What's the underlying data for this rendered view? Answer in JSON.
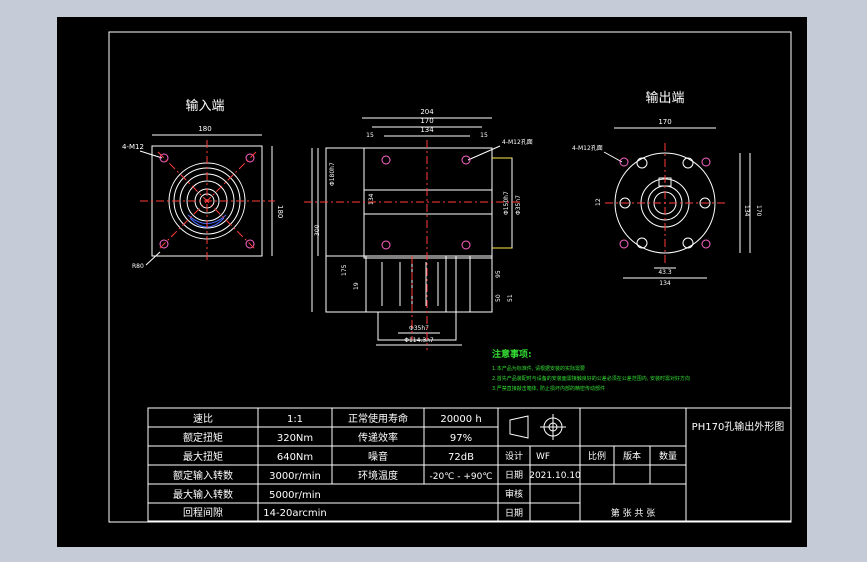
{
  "colors": {
    "canvas": "#c6ccd7",
    "paper": "#000000",
    "line": "#ffffff",
    "center": "#ff3d3d",
    "hole": "#ff66cc",
    "inner": "#4b6cff",
    "note": "#33dd33",
    "yellow": "#ffe84a"
  },
  "views": {
    "input_title": "输入端",
    "output_title": "输出端",
    "input_dims": {
      "top": "180",
      "right": "180",
      "holes": "4-M12",
      "bottom_left": "R80"
    },
    "side_dims": {
      "d204": "204",
      "d170": "170",
      "d134": "134",
      "d15a": "15",
      "d15b": "15",
      "holes": "4-M12孔面",
      "left_vert": "Φ180h7",
      "left_vert2": "300",
      "center_vert": "134",
      "right_vert1": "Φ150h7",
      "right_vert2": "Φ35h7",
      "d175": "175",
      "d19": "19",
      "d95": "95",
      "d50": "50",
      "d51": "51",
      "bore": "Φ35h7",
      "shaft": "Φ114.3h7"
    },
    "output_dims": {
      "top": "170",
      "holes": "4-M12孔面",
      "side": "12",
      "r134": "134",
      "r170": "170",
      "b43": "43.3",
      "b134": "134"
    }
  },
  "notes": {
    "title": "注意事项:",
    "items": [
      "1.本产品为标准件, 请根据安装的实际需要",
      "2.首先产品装配时与设备的安装面需接触良好的公差必须在公差范围内, 安装时需对好方向",
      "3.严禁直接敲击箱体, 防止损坏内部的精密传动部件"
    ]
  },
  "specs": [
    {
      "k1": "速比",
      "v1": "1:1",
      "k2": "正常使用寿命",
      "v2": "20000 h"
    },
    {
      "k1": "额定扭矩",
      "v1": "320Nm",
      "k2": "传递效率",
      "v2": "97%"
    },
    {
      "k1": "最大扭矩",
      "v1": "640Nm",
      "k2": "噪音",
      "v2": "72dB"
    },
    {
      "k1": "额定输入转数",
      "v1": "3000r/min",
      "k2": "环境温度",
      "v2": "-20℃ - +90℃"
    },
    {
      "k1": "最大输入转数",
      "v1": "5000r/min",
      "k2": "",
      "v2": ""
    },
    {
      "k1": "回程间隙",
      "v1": "14-20arcmin",
      "k2": "",
      "v2": ""
    }
  ],
  "titleblock": {
    "name": "PH170孔输出外形图",
    "design_label": "设计",
    "design_value": "WF",
    "scale_label": "比例",
    "version_label": "版本",
    "qty_label": "数量",
    "date_label": "日期",
    "date_value": "2021.10.10",
    "review_label": "审核",
    "date2_label": "日期",
    "page_label": "第 张 共 张"
  }
}
